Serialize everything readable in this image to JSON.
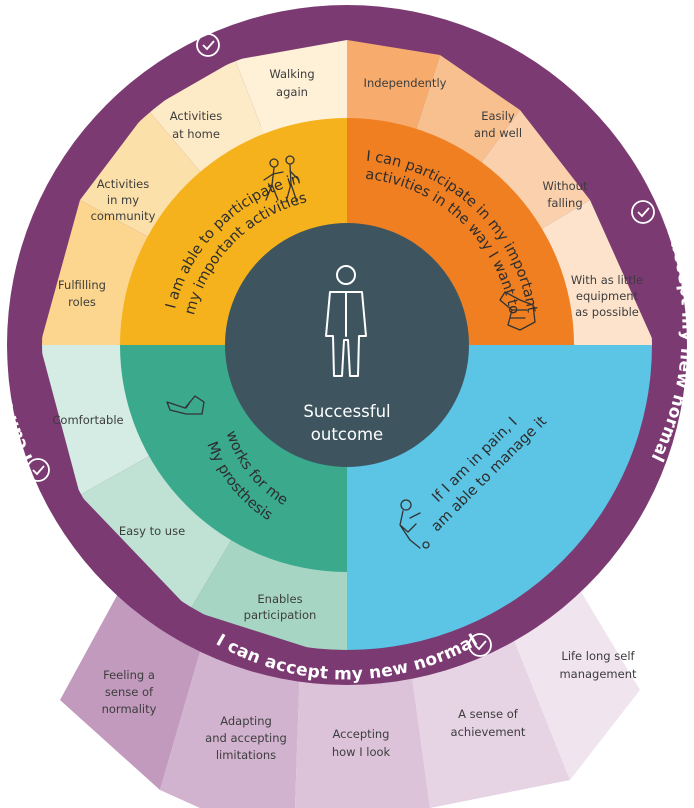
{
  "ring_label": "I can accept my new normal",
  "center": {
    "line1": "Successful",
    "line2": "outcome"
  },
  "quadrants": {
    "participate": {
      "line1": "I am able to participate in",
      "line2": "my important activities"
    },
    "way_i_want": {
      "line1": "I can participate in my important",
      "line2": "activities in the way I want to"
    },
    "prosthesis": {
      "line1": "My prosthesis",
      "line2": "works for me"
    },
    "pain": {
      "line1": "If I am in pain, I",
      "line2": "am able to manage it"
    }
  },
  "outer_segments": {
    "walking_again": [
      "Walking",
      "again"
    ],
    "activities_home": [
      "Activities",
      "at home"
    ],
    "activities_community": [
      "Activities",
      "in my",
      "community"
    ],
    "fulfilling_roles": [
      "Fulfilling",
      "roles"
    ],
    "independently": [
      "Independently"
    ],
    "easily_well": [
      "Easily",
      "and well"
    ],
    "without_falling": [
      "Without",
      "falling"
    ],
    "little_equipment": [
      "With as little",
      "equipment",
      "as possible"
    ],
    "comfortable": [
      "Comfortable"
    ],
    "easy_to_use": [
      "Easy to use"
    ],
    "enables_participation": [
      "Enables",
      "participation"
    ]
  },
  "bottom_segments": {
    "normality": [
      "Feeling a",
      "sense of",
      "normality"
    ],
    "adapting": [
      "Adapting",
      "and accepting",
      "limitations"
    ],
    "accepting_look": [
      "Accepting",
      "how I look"
    ],
    "achievement": [
      "A sense of",
      "achievement"
    ],
    "self_management": [
      "Life long self",
      "management"
    ]
  },
  "colors": {
    "ring": "#7b3a72",
    "center": "#3e5560",
    "yellow": "#f5b21d",
    "orange": "#f07f22",
    "green": "#3aa98c",
    "blue": "#5cc4e4"
  },
  "icons": [
    "check-badge-icon",
    "person-prosthetic-leg-icon",
    "people-walking-icon",
    "prosthetic-hand-icon",
    "prosthetic-leg-icon",
    "person-in-pain-icon"
  ]
}
